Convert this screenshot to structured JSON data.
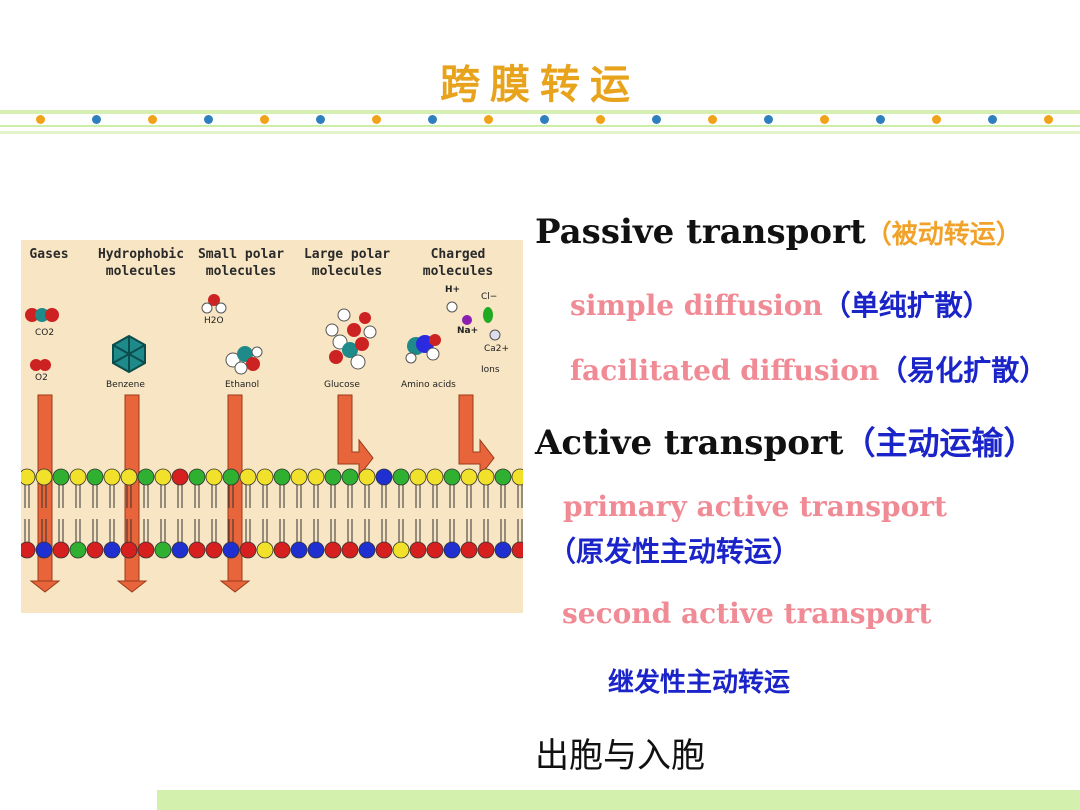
{
  "title": "跨膜转运",
  "figure": {
    "headers": [
      [
        "Gases",
        ""
      ],
      [
        "Hydrophobic",
        "molecules"
      ],
      [
        "Small polar",
        "molecules"
      ],
      [
        "Large polar",
        "molecules"
      ],
      [
        "Charged",
        "molecules"
      ]
    ],
    "labels": {
      "co2": "CO2",
      "o2": "O2",
      "h2o": "H2O",
      "benzene": "Benzene",
      "ethanol": "Ethanol",
      "glucose": "Glucose",
      "amino": "Amino acids",
      "hplus": "H+",
      "cl": "Cl−",
      "na": "Na+",
      "ca": "Ca2+",
      "ions": "Ions"
    }
  },
  "items": {
    "passive_en": "Passive transport",
    "passive_cn": "（被动转运）",
    "simple_en": "simple diffusion",
    "simple_cn": "（单纯扩散）",
    "facilitated_en": "facilitated diffusion",
    "facilitated_cn": "（易化扩散）",
    "active_en": "Active transport",
    "active_cn": "（主动运输）",
    "primary_en": "primary active transport",
    "primary_cn": "（原发性主动转运）",
    "second_en": "second active transport",
    "second_cn": "继发性主动转运",
    "endo_exo": "出胞与入胞"
  },
  "colors": {
    "title": "#e8a31c",
    "subheading": "#f08b96",
    "chinese_blue": "#1a24c8",
    "figure_bg": "#f7e5c3",
    "arrow": "#e8643a"
  }
}
